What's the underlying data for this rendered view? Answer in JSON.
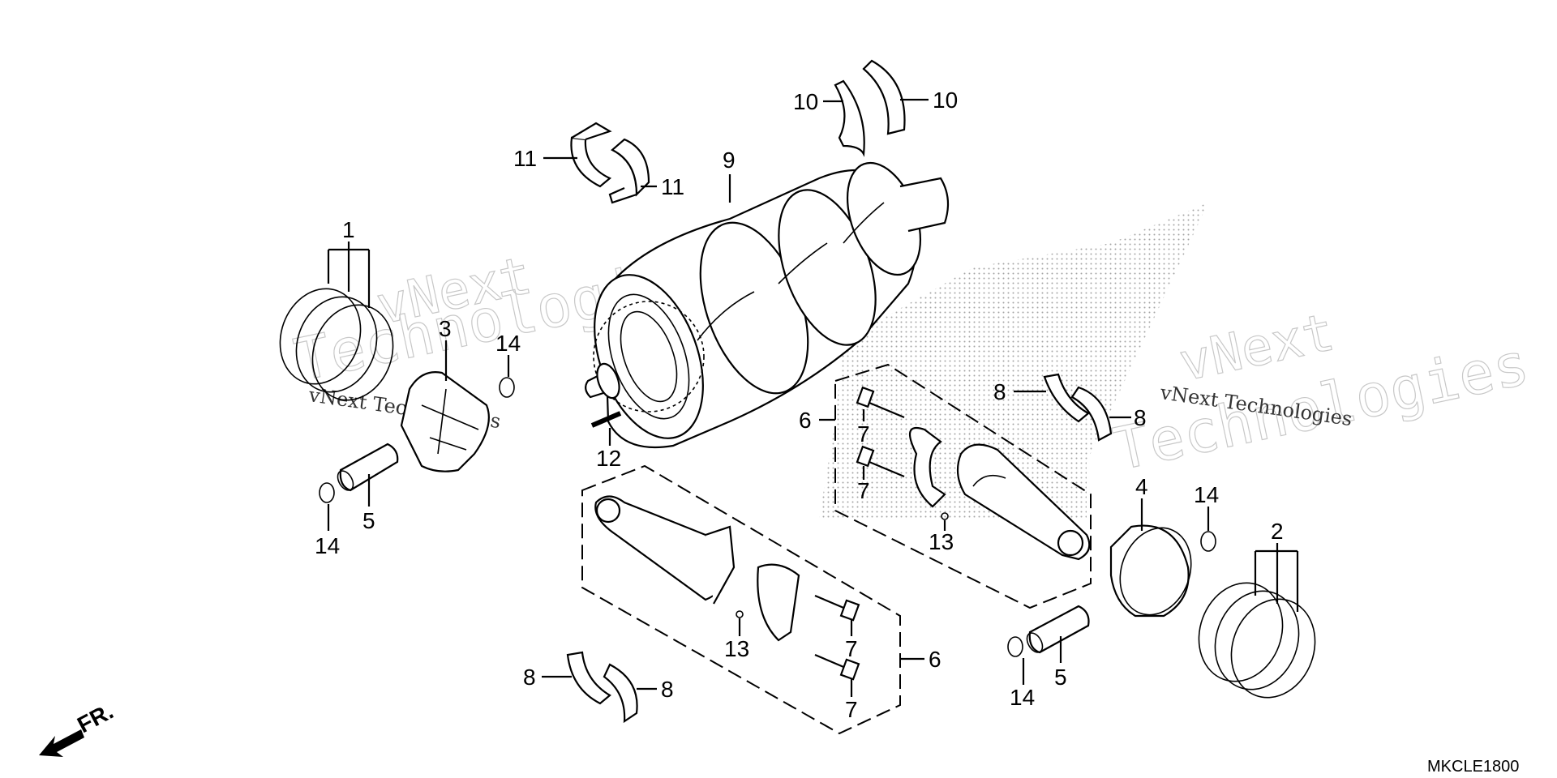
{
  "diagram": {
    "code": "MKCLE1800",
    "front_marker": "FR.",
    "watermark": {
      "brand": "vNext",
      "word": "Technologies",
      "line": "vNext Technologies"
    },
    "labels": {
      "ring_set_left": "1",
      "ring_set_right": "2",
      "piston_left": "3",
      "piston_right": "4",
      "pin_left": "5",
      "pin_right": "5",
      "conrod_right": "6",
      "conrod_lower": "6",
      "bolt_r1": "7",
      "bolt_r2": "7",
      "bolt_l1": "7",
      "bolt_l2": "7",
      "bearing_r_a": "8",
      "bearing_r_b": "8",
      "bearing_l_a": "8",
      "bearing_l_b": "8",
      "crankshaft": "9",
      "thrust_a": "10",
      "thrust_b": "10",
      "main_a": "11",
      "main_b": "11",
      "key": "12",
      "pin13_right": "13",
      "pin13_lower": "13",
      "clip_l_top": "14",
      "clip_l_bottom": "14",
      "clip_r_top": "14",
      "clip_r_bottom": "14"
    }
  }
}
